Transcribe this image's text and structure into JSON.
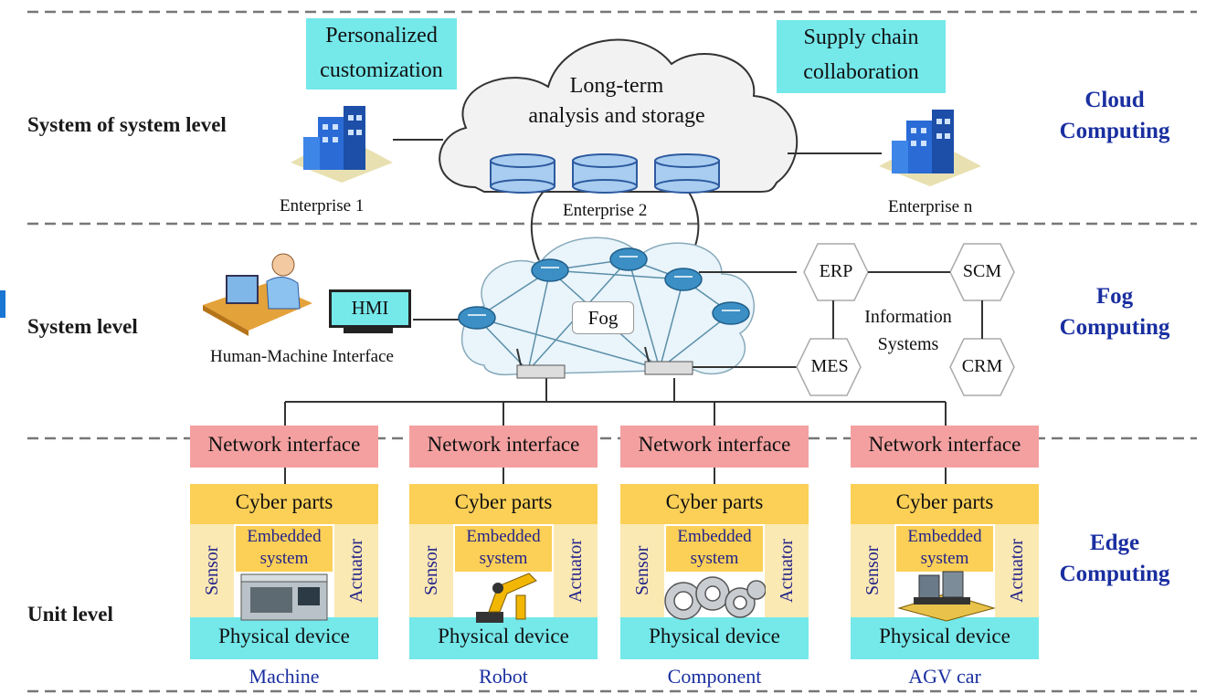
{
  "levels": {
    "sos": "System of system level",
    "system": "System level",
    "unit": "Unit level"
  },
  "tiers": {
    "cloud": [
      "Cloud",
      "Computing"
    ],
    "fog": [
      "Fog",
      "Computing"
    ],
    "edge": [
      "Edge",
      "Computing"
    ]
  },
  "cloud_section": {
    "personalized": [
      "Personalized",
      "customization"
    ],
    "supply": [
      "Supply chain",
      "collaboration"
    ],
    "cloud_label": [
      "Long-term",
      "analysis and storage"
    ],
    "enterprises": [
      "Enterprise 1",
      "Enterprise 2",
      "Enterprise n"
    ]
  },
  "fog_section": {
    "hmi": "HMI",
    "hmi_caption": "Human-Machine Interface",
    "fog_label": "Fog",
    "erp": "ERP",
    "scm": "SCM",
    "mes": "MES",
    "crm": "CRM",
    "info_systems": [
      "Information",
      "Systems"
    ]
  },
  "units": [
    {
      "network": "Network interface",
      "cyber": "Cyber parts",
      "sensor": "Sensor",
      "embedded": [
        "Embedded",
        "system"
      ],
      "actuator": "Actuator",
      "physical": "Physical device",
      "name": "Machine"
    },
    {
      "network": "Network interface",
      "cyber": "Cyber parts",
      "sensor": "Sensor",
      "embedded": [
        "Embedded",
        "system"
      ],
      "actuator": "Actuator",
      "physical": "Physical device",
      "name": "Robot"
    },
    {
      "network": "Network interface",
      "cyber": "Cyber parts",
      "sensor": "Sensor",
      "embedded": [
        "Embedded",
        "system"
      ],
      "actuator": "Actuator",
      "physical": "Physical device",
      "name": "Component"
    },
    {
      "network": "Network interface",
      "cyber": "Cyber parts",
      "sensor": "Sensor",
      "embedded": [
        "Embedded",
        "system"
      ],
      "actuator": "Actuator",
      "physical": "Physical device",
      "name": "AGV car"
    }
  ],
  "icons": {
    "enterprise": "building-icon",
    "database": "database-icon",
    "router": "router-icon",
    "gateway": "gateway-icon",
    "user": "user-at-computer-icon",
    "monitor": "monitor-icon",
    "machine": "cnc-machine-icon",
    "robot": "robot-arm-icon",
    "component": "bearing-component-icon",
    "agv": "agv-car-icon"
  },
  "colors": {
    "teal": "#75e8ea",
    "net_pink": "#f4a0a0",
    "cyber_yellow": "#fcd056",
    "side_yellow": "#fbe9b3",
    "tier_blue": "#1a2fa0",
    "embedded_text": "#22228a"
  }
}
